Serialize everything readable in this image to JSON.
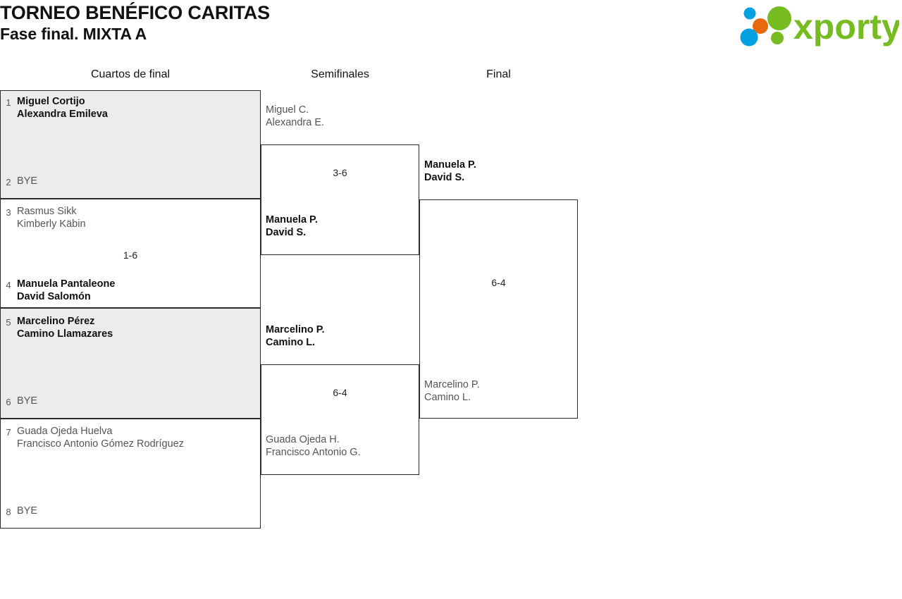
{
  "header": {
    "tournament_title": "TORNEO BENÉFICO CARITAS",
    "phase_title": "Fase final. MIXTA A",
    "logo_text": "xporty",
    "logo_colors": {
      "green": "#76bc21",
      "blue": "#00a0e1",
      "orange": "#e8690b"
    }
  },
  "rounds": [
    {
      "label": "Cuartos de final"
    },
    {
      "label": "Semifinales"
    },
    {
      "label": "Final"
    }
  ],
  "quarterfinals": [
    {
      "score": "",
      "top": {
        "seed": "1",
        "line1": "Miguel Cortijo",
        "line2": "Alexandra Emileva",
        "state": "winner"
      },
      "bottom": {
        "seed": "2",
        "line1": "BYE",
        "line2": "",
        "state": "bye"
      }
    },
    {
      "score": "1-6",
      "top": {
        "seed": "3",
        "line1": "Rasmus Sikk",
        "line2": "Kimberly Käbin",
        "state": "loser"
      },
      "bottom": {
        "seed": "4",
        "line1": "Manuela Pantaleone",
        "line2": "David Salomón",
        "state": "winner"
      }
    },
    {
      "score": "",
      "top": {
        "seed": "5",
        "line1": "Marcelino Pérez",
        "line2": "Camino Llamazares",
        "state": "winner"
      },
      "bottom": {
        "seed": "6",
        "line1": "BYE",
        "line2": "",
        "state": "bye"
      }
    },
    {
      "score": "",
      "top": {
        "seed": "7",
        "line1": "Guada Ojeda Huelva",
        "line2": "Francisco Antonio Gómez Rodríguez",
        "state": "loser"
      },
      "bottom": {
        "seed": "8",
        "line1": "BYE",
        "line2": "",
        "state": "bye"
      }
    }
  ],
  "semifinals": [
    {
      "score": "3-6",
      "top": {
        "line1": "Miguel C.",
        "line2": "Alexandra E.",
        "state": "loser"
      },
      "bottom": {
        "line1": "Manuela P.",
        "line2": "David S.",
        "state": "winner"
      }
    },
    {
      "score": "6-4",
      "top": {
        "line1": "Marcelino P.",
        "line2": "Camino L.",
        "state": "winner"
      },
      "bottom": {
        "line1": "Guada Ojeda H.",
        "line2": "Francisco Antonio G.",
        "state": "loser"
      }
    }
  ],
  "final": [
    {
      "score": "6-4",
      "top": {
        "line1": "Manuela P.",
        "line2": "David S.",
        "state": "winner"
      },
      "bottom": {
        "line1": "Marcelino P.",
        "line2": "Camino L.",
        "state": "loser"
      }
    }
  ]
}
